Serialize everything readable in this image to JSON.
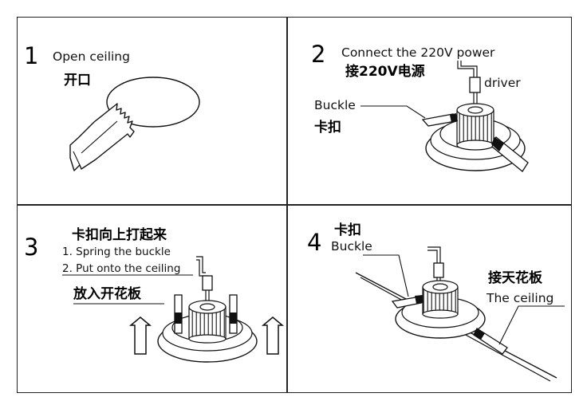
{
  "steps": [
    {
      "number": "1",
      "title_en": "Open ceiling",
      "title_zh": "开口"
    },
    {
      "number": "2",
      "title_en": "Connect the 220V power",
      "title_zh": "接220V电源",
      "driver_label": "driver",
      "buckle_en": "Buckle",
      "buckle_zh": "卡扣"
    },
    {
      "number": "3",
      "title_zh": "卡扣向上打起来",
      "sub1": "1. Spring the buckle",
      "sub2": "2. Put onto the ceiling",
      "sub2_zh": "放入开花板"
    },
    {
      "number": "4",
      "buckle_zh": "卡扣",
      "buckle_en": "Buckle",
      "ceiling_zh": "接天花板",
      "ceiling_en": "The ceiling"
    }
  ],
  "icons": [
    "saw-icon",
    "downlight-icon",
    "up-arrow-icon",
    "ceiling-line-icon"
  ]
}
